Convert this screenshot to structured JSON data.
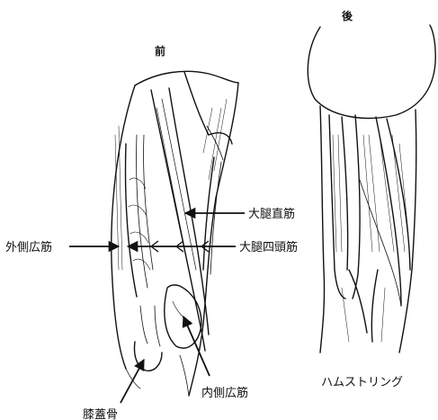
{
  "views": {
    "front": "前",
    "back": "後"
  },
  "labels": {
    "vastus_lateralis": "外側広筋",
    "rectus_femoris": "大腿直筋",
    "quadriceps": "大腿四頭筋",
    "vastus_medialis": "内側広筋",
    "patella": "膝蓋骨",
    "hamstrings": "ハムストリング"
  }
}
